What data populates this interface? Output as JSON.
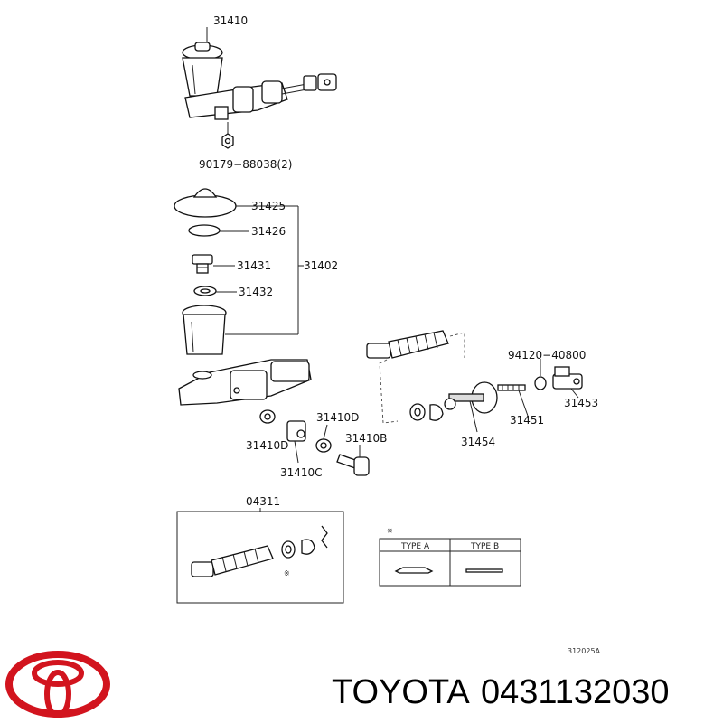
{
  "parts": {
    "p31410": "31410",
    "p90179": "90179−88038(2)",
    "p31425": "31425",
    "p31426": "31426",
    "p31431": "31431",
    "p31402": "31402",
    "p31432": "31432",
    "p94120": "94120−40800",
    "p31453": "31453",
    "p31451": "31451",
    "p31454": "31454",
    "p31410D": "31410D",
    "p31410B": "31410B",
    "p31410C": "31410C",
    "p31410D_2": "31410D",
    "p04311": "04311"
  },
  "type_table": {
    "note_mark": "※",
    "type_a": "TYPE A",
    "type_b": "TYPE B"
  },
  "kit_note_mark": "※",
  "diagram_code": "312025A",
  "brand": {
    "name": "TOYOTA",
    "part_number": "0431132030",
    "logo_color": "#d2141e"
  }
}
